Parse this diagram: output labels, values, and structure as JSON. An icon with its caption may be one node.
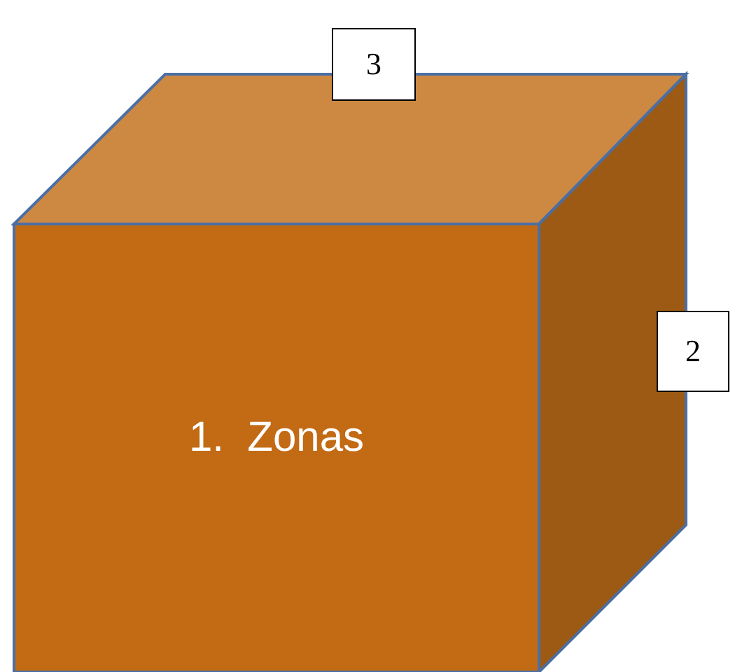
{
  "diagram": {
    "nodes": [
      {
        "text": [
          "1.  Zonas"
        ]
      },
      {
        "text": [
          "3"
        ]
      },
      {
        "text": [
          "2"
        ]
      }
    ]
  }
}
